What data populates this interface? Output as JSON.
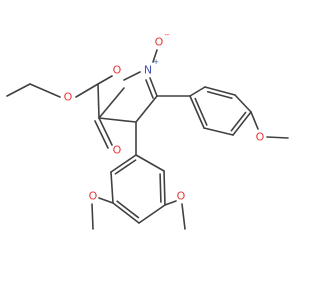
{
  "molecule": {
    "atoms": {
      "o_ester_carbonyl": {
        "symbol": "O",
        "color": "#e53935"
      },
      "o_ester_ether": {
        "symbol": "O",
        "color": "#e53935"
      },
      "o_ring": {
        "symbol": "O",
        "color": "#e53935"
      },
      "n_ring": {
        "symbol": "N",
        "color": "#3f51b5",
        "charge": "+"
      },
      "o_noxide": {
        "symbol": "O",
        "color": "#e53935",
        "charge": "−"
      },
      "o_methoxy_right": {
        "symbol": "O",
        "color": "#e53935"
      },
      "o_methoxy_left": {
        "symbol": "O",
        "color": "#e53935"
      },
      "o_methoxy_bottom": {
        "symbol": "O",
        "color": "#e53935"
      }
    },
    "bond_color": "#404040"
  }
}
